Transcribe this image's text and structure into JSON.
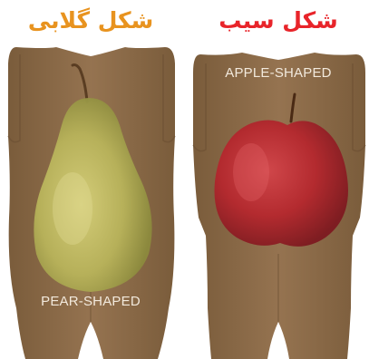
{
  "left": {
    "title": "شکل گلابی",
    "label": "PEAR-SHAPED",
    "title_color": "#e8931f"
  },
  "right": {
    "title": "شکل سیب",
    "label": "APPLE-SHAPED",
    "title_color": "#e8242a"
  },
  "colors": {
    "body": "#8b6a45",
    "pear": "#b8b35a",
    "apple": "#b5282e",
    "background": "#ffffff"
  }
}
